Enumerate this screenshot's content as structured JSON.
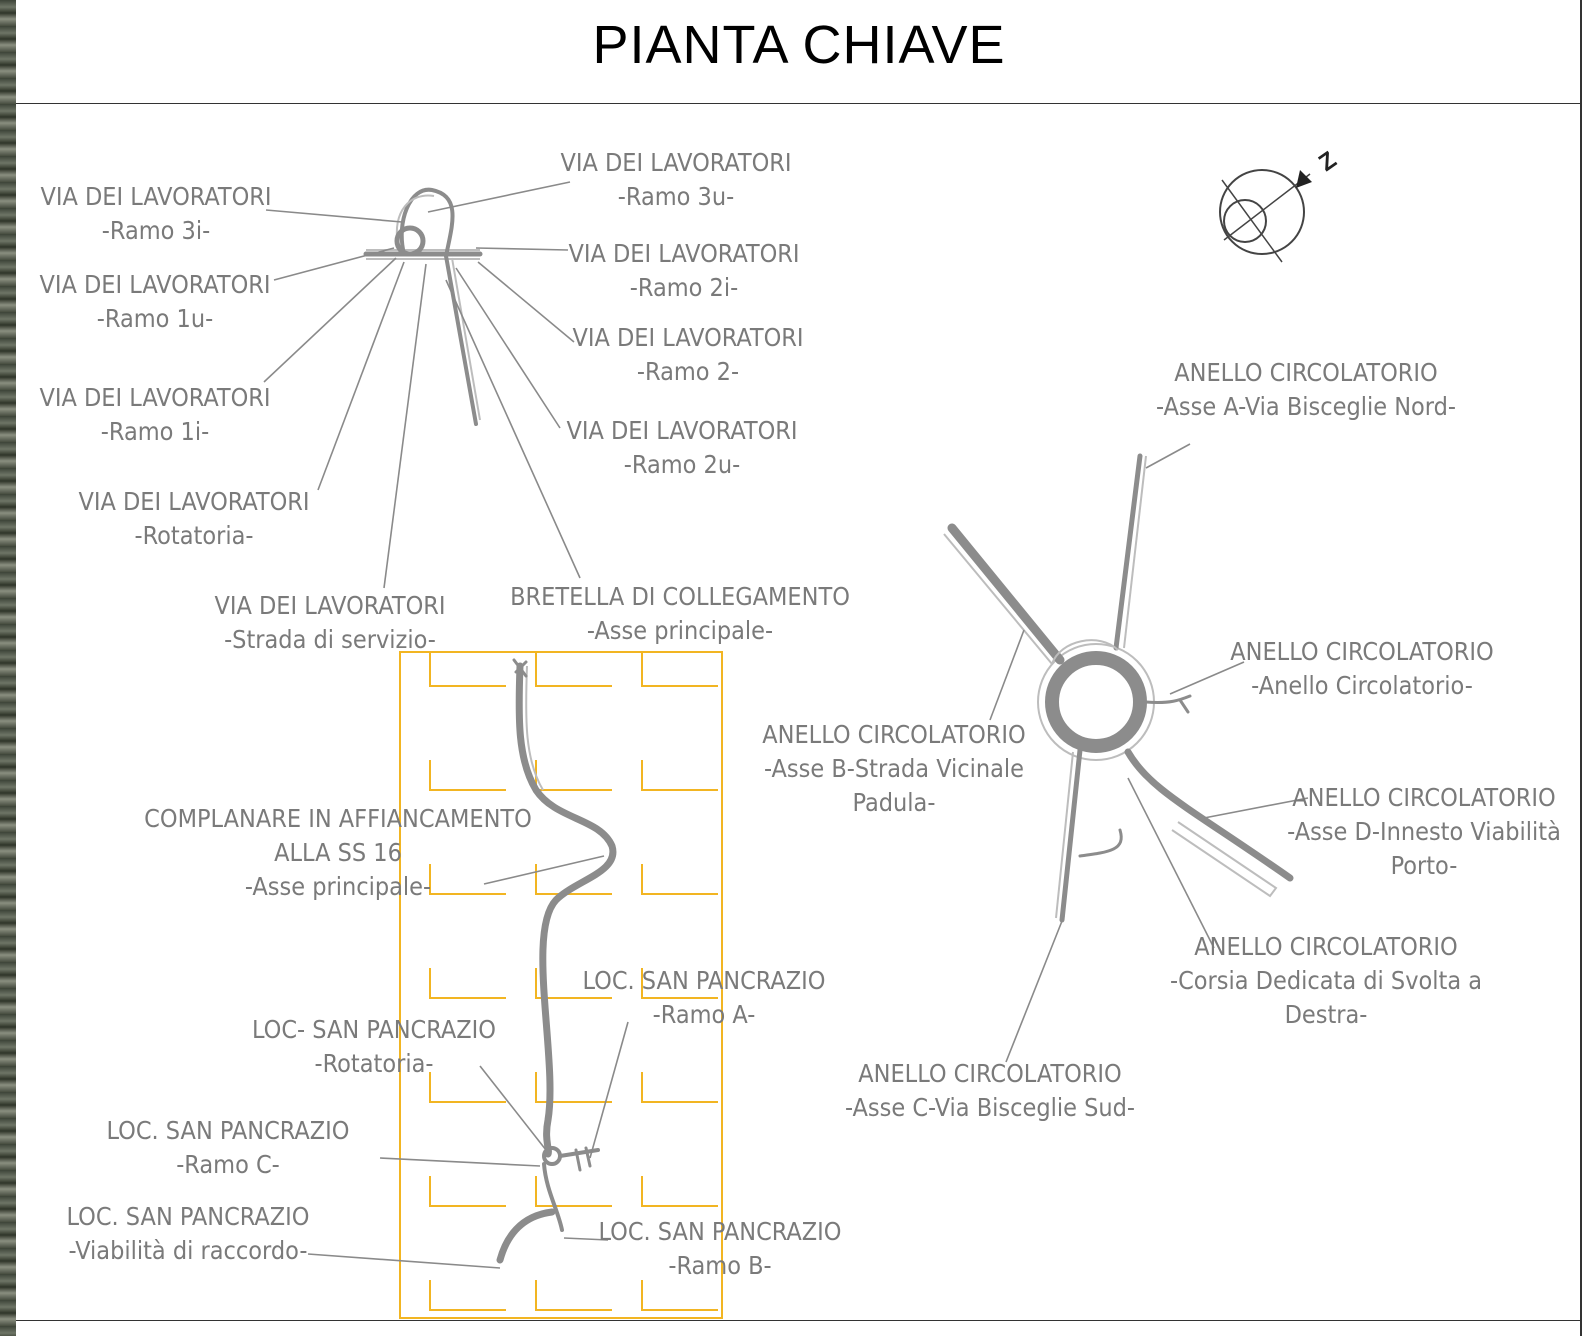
{
  "title": "PIANTA CHIAVE",
  "north_symbol": "Z",
  "labels": {
    "vl_ramo3i": [
      "VIA DEI LAVORATORI",
      "-Ramo 3i-"
    ],
    "vl_ramo3u": [
      "VIA DEI LAVORATORI",
      "-Ramo 3u-"
    ],
    "vl_ramo1u": [
      "VIA DEI LAVORATORI",
      "-Ramo 1u-"
    ],
    "vl_ramo2i": [
      "VIA DEI LAVORATORI",
      "-Ramo 2i-"
    ],
    "vl_ramo2": [
      "VIA DEI LAVORATORI",
      "-Ramo 2-"
    ],
    "vl_ramo1i": [
      "VIA DEI LAVORATORI",
      "-Ramo 1i-"
    ],
    "vl_ramo2u": [
      "VIA DEI LAVORATORI",
      "-Ramo 2u-"
    ],
    "vl_rotatoria": [
      "VIA DEI LAVORATORI",
      "-Rotatoria-"
    ],
    "vl_strada_servizio": [
      "VIA DEI LAVORATORI",
      "-Strada di servizio-"
    ],
    "bretella": [
      "BRETELLA DI COLLEGAMENTO",
      "-Asse principale-"
    ],
    "complanare": [
      "COMPLANARE IN AFFIANCAMENTO",
      "ALLA SS 16",
      "-Asse principale-"
    ],
    "sp_ramo_a": [
      "LOC. SAN PANCRAZIO",
      "-Ramo A-"
    ],
    "sp_rotatoria": [
      "LOC- SAN PANCRAZIO",
      "-Rotatoria-"
    ],
    "sp_ramo_c": [
      "LOC. SAN PANCRAZIO",
      "-Ramo C-"
    ],
    "sp_raccordo": [
      "LOC. SAN PANCRAZIO",
      "-Viabilità di raccordo-"
    ],
    "sp_ramo_b": [
      "LOC. SAN PANCRAZIO",
      "-Ramo B-"
    ],
    "ac_asse_a": [
      "ANELLO CIRCOLATORIO",
      "-Asse A-Via Bisceglie Nord-"
    ],
    "ac_anello": [
      "ANELLO CIRCOLATORIO",
      "-Anello Circolatorio-"
    ],
    "ac_asse_b": [
      "ANELLO CIRCOLATORIO",
      "-Asse B-Strada Vicinale",
      "Padula-"
    ],
    "ac_asse_d": [
      "ANELLO CIRCOLATORIO",
      "-Asse D-Innesto Viabilità",
      "Porto-"
    ],
    "ac_corsia": [
      "ANELLO CIRCOLATORIO",
      "-Corsia Dedicata di Svolta a",
      "Destra-"
    ],
    "ac_asse_c": [
      "ANELLO CIRCOLATORIO",
      "-Asse C-Via Bisceglie Sud-"
    ]
  },
  "colors": {
    "label_text": "#7a7a7a",
    "road": "#8c8c8c",
    "grid": "#f2b522"
  }
}
